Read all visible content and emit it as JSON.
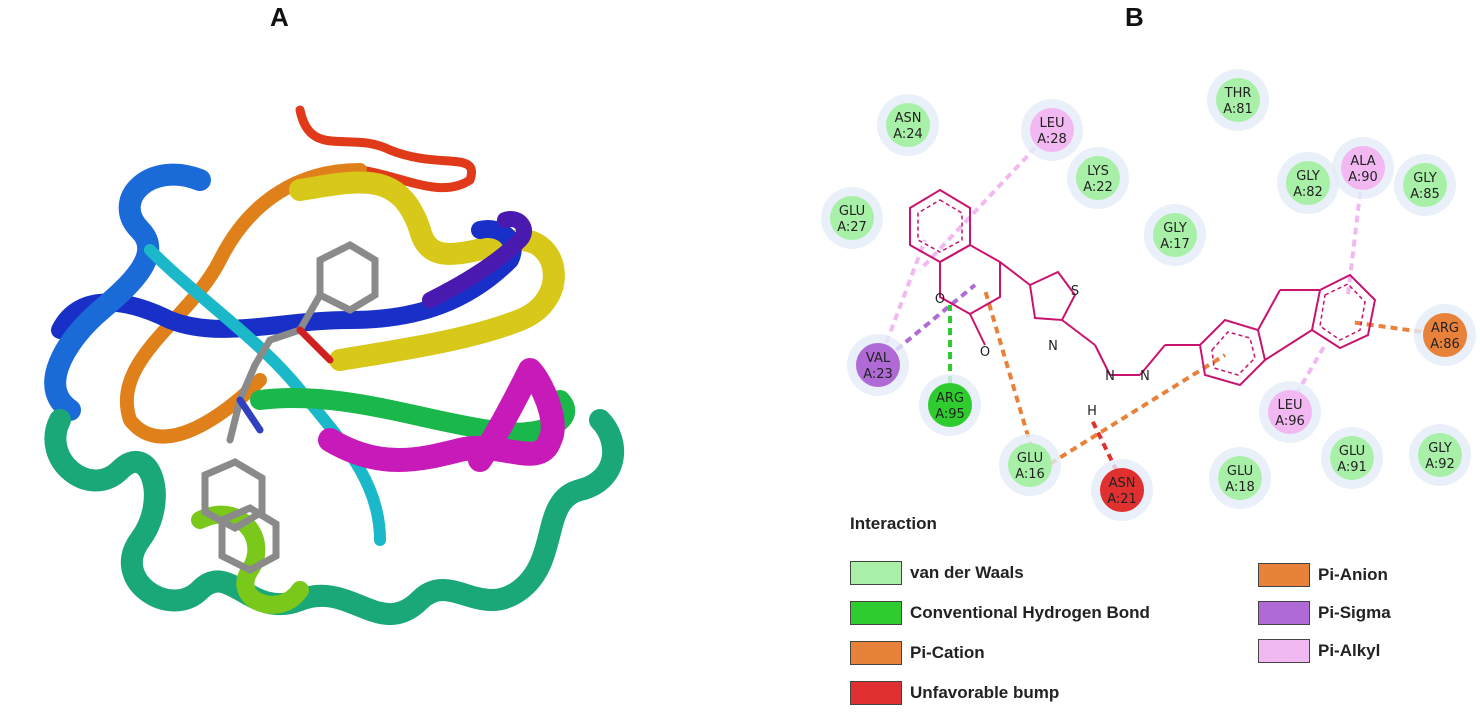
{
  "panels": {
    "a": "A",
    "b": "B"
  },
  "colors": {
    "van_der_waals": "#a8f0a8",
    "hydrogen_bond": "#2ecc2e",
    "pi_cation": "#e8823a",
    "unfavorable": "#e03030",
    "pi_anion": "#e8823a",
    "pi_sigma": "#b06ad6",
    "pi_alkyl": "#f2b8f2",
    "ligand": "#c8146e"
  },
  "residues": [
    {
      "name": "ASN",
      "num": "A:24",
      "type": "vdw"
    },
    {
      "name": "LEU",
      "num": "A:28",
      "type": "alkyl"
    },
    {
      "name": "THR",
      "num": "A:81",
      "type": "vdw"
    },
    {
      "name": "LYS",
      "num": "A:22",
      "type": "vdw"
    },
    {
      "name": "GLY",
      "num": "A:82",
      "type": "vdw"
    },
    {
      "name": "ALA",
      "num": "A:90",
      "type": "alkyl"
    },
    {
      "name": "GLY",
      "num": "A:85",
      "type": "vdw"
    },
    {
      "name": "GLU",
      "num": "A:27",
      "type": "vdw"
    },
    {
      "name": "GLY",
      "num": "A:17",
      "type": "vdw"
    },
    {
      "name": "ARG",
      "num": "A:86",
      "type": "anion"
    },
    {
      "name": "VAL",
      "num": "A:23",
      "type": "sigma"
    },
    {
      "name": "ARG",
      "num": "A:95",
      "type": "hbond"
    },
    {
      "name": "LEU",
      "num": "A:96",
      "type": "alkyl"
    },
    {
      "name": "GLU",
      "num": "A:16",
      "type": "vdw"
    },
    {
      "name": "ASN",
      "num": "A:21",
      "type": "bump"
    },
    {
      "name": "GLU",
      "num": "A:18",
      "type": "vdw"
    },
    {
      "name": "GLU",
      "num": "A:91",
      "type": "vdw"
    },
    {
      "name": "GLY",
      "num": "A:92",
      "type": "vdw"
    }
  ],
  "atoms": {
    "o1": "O",
    "o2": "O",
    "n1": "N",
    "s1": "S",
    "n2": "N",
    "n3": "N",
    "h1": "H"
  },
  "legend": {
    "title": "Interaction",
    "items": [
      {
        "label": "van der Waals"
      },
      {
        "label": "Conventional Hydrogen Bond"
      },
      {
        "label": "Pi-Cation"
      },
      {
        "label": "Unfavorable bump"
      },
      {
        "label": "Pi-Anion"
      },
      {
        "label": "Pi-Sigma"
      },
      {
        "label": "Pi-Alkyl"
      }
    ]
  }
}
